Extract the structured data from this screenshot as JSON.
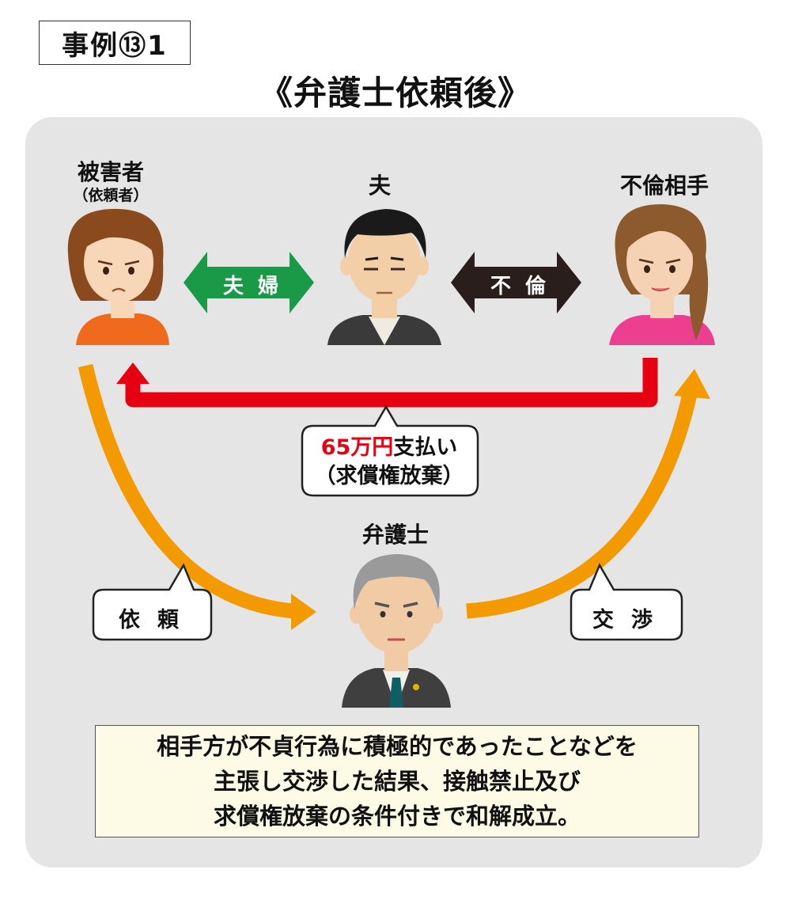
{
  "case_label": "事例⑬1",
  "title": "《弁護士依頼後》",
  "people": {
    "victim": "被害者",
    "victim_sub": "（依頼者）",
    "husband": "夫",
    "lover": "不倫相手",
    "lawyer": "弁護士"
  },
  "relations": {
    "marital": "夫婦",
    "affair": "不倫"
  },
  "payment": {
    "amount": "65万円",
    "label": "支払い",
    "note": "（求償権放棄）"
  },
  "actions": {
    "request": "依頼",
    "negotiate": "交渉"
  },
  "result": {
    "line1": "相手方が不貞行為に積極的であったことなどを",
    "line2": "主張し交渉した結果、接触禁止及び",
    "line3": "求償権放棄の条件付きで和解成立。"
  },
  "colors": {
    "marital_arrow": "#1a9a47",
    "affair_arrow": "#2a1e1c",
    "payment_arrow": "#e60012",
    "flow_arrow": "#f39a00",
    "panel": "#e5e5e5",
    "result_box": "#fdfbe6"
  }
}
